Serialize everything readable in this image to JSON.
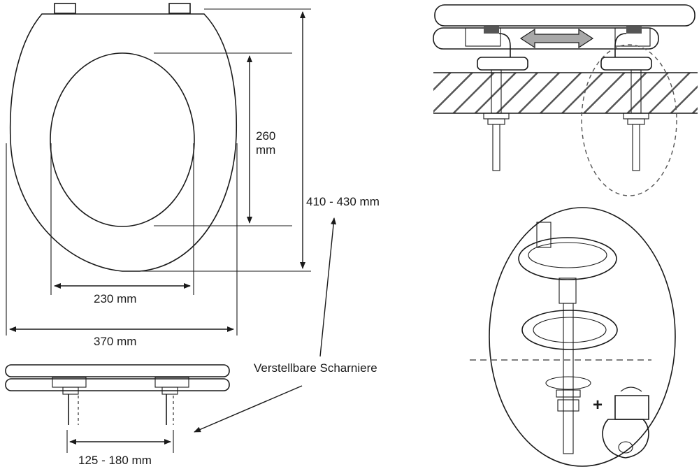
{
  "labels": {
    "inner_depth_value": "260",
    "inner_depth_unit": "mm",
    "total_length": "410 - 430 mm",
    "inner_width": "230 mm",
    "outer_width": "370 mm",
    "hinge_label": "Verstellbare Scharniere",
    "hinge_spacing": "125 - 180 mm"
  },
  "colors": {
    "line": "#1a1a1a",
    "hatch": "#555555",
    "fill_light": "#e8e8e8",
    "fill_mid": "#bdbdbd",
    "arrow_fill": "#9a9a9a"
  },
  "symbols": {
    "plus": "+"
  }
}
